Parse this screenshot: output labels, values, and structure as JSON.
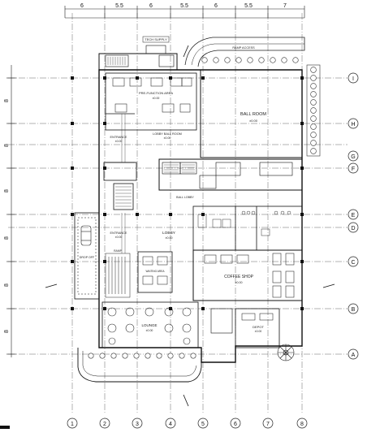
{
  "top_dimensions": [
    "6",
    "5.5",
    "6",
    "5.5",
    "6",
    "5.5",
    "7"
  ],
  "left_dimensions": [
    "8",
    "8",
    "8",
    "8",
    "8",
    "8"
  ],
  "column_grid": [
    "1",
    "2",
    "3",
    "4",
    "5",
    "6",
    "7",
    "8"
  ],
  "row_grid": [
    "I",
    "H",
    "G",
    "F",
    "E",
    "D",
    "C",
    "B",
    "A"
  ],
  "rooms": {
    "tech_supply": "TECH SUPPLY",
    "pre_function_area": "PRE-FUNCTION AREA",
    "pre_function_level": "±0.00",
    "lobby_ballroom": "LOBBY BALL ROOM",
    "lobby_ballroom_level": "±0.00",
    "ballroom": "BALL ROOM",
    "ballroom_level": "±0.00",
    "entrance_top": "ENTRANCE",
    "entrance_top_level": "±0.00",
    "entrance_mid": "ENTRANCE",
    "entrance_mid_level": "±0.00",
    "ballroom_lobby": "BALL LOBBY",
    "lobby": "LOBBY",
    "lobby_level": "±0.00",
    "waiting_area": "WAITING AREA",
    "coffee_shop": "COFFEE SHOP",
    "coffee_shop_level": "±0.00",
    "lounge": "LOUNGE",
    "lounge_level": "±0.00",
    "depot": "DEPOT",
    "depot_level": "±0.00",
    "drop_off": "DROP OFF",
    "ramp_left": "RAMP",
    "ramp_top": "RAMP ACCESS"
  }
}
